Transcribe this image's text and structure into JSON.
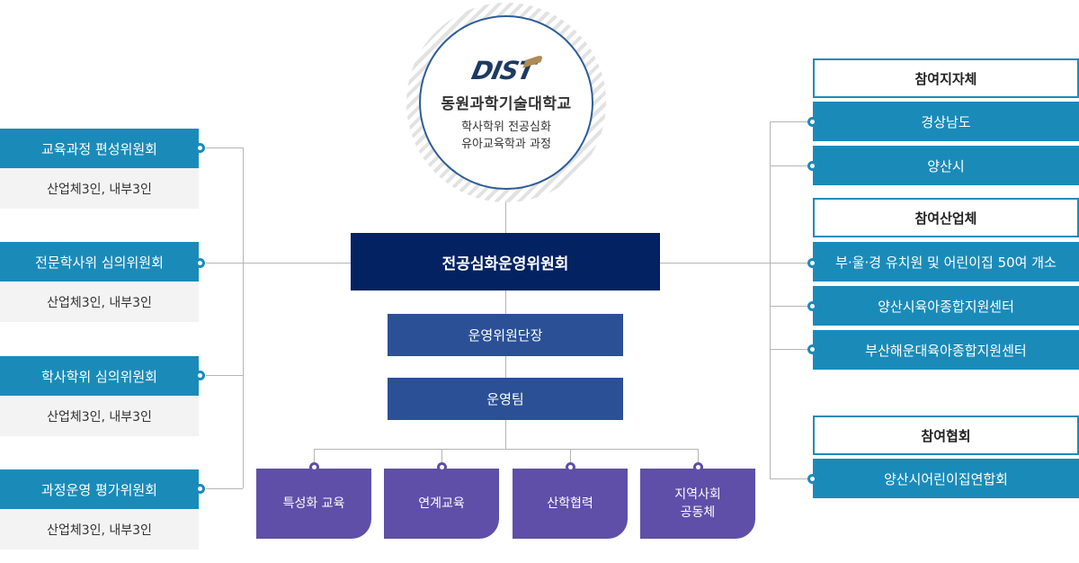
{
  "emblem": {
    "logo": "DIST",
    "university_name": "동원과학기술대학교",
    "program_line1": "학사학위 전공심화",
    "program_line2": "유아교육학과 과정"
  },
  "left_committees": [
    {
      "title": "교육과정 편성위원회",
      "members": "산업체3인, 내부3인"
    },
    {
      "title": "전문학사위 심의위원회",
      "members": "산업체3인, 내부3인"
    },
    {
      "title": "학사학위 심의위원회",
      "members": "산업체3인, 내부3인"
    },
    {
      "title": "과정운영 평가위원회",
      "members": "산업체3인, 내부3인"
    }
  ],
  "center": {
    "main_committee": "전공심화운영위원회",
    "chairman": "운영위원단장",
    "team": "운영팀",
    "areas": [
      {
        "line1": "특성화 교육",
        "line2": ""
      },
      {
        "line1": "연계교육",
        "line2": ""
      },
      {
        "line1": "산학협력",
        "line2": ""
      },
      {
        "line1": "지역사회",
        "line2": "공동체"
      }
    ]
  },
  "right": {
    "groups": [
      {
        "category": "참여지자체",
        "orgs": [
          "경상남도",
          "양산시"
        ]
      },
      {
        "category": "참여산업체",
        "orgs": [
          "부·울·경 유치원 및 어린이집 50여 개소",
          "양산시육아종합지원센터",
          "부산해운대육아종합지원센터"
        ]
      },
      {
        "category": "참여협회",
        "orgs": [
          "양산시어린이집연합회"
        ]
      }
    ]
  },
  "colors": {
    "committee_blue": "#1a8bb9",
    "main_navy": "#022262",
    "sub_blue": "#2b5096",
    "area_purple": "#5f4fa8",
    "body_gray": "#f3f3f3",
    "line_gray": "#b5b5b5"
  }
}
